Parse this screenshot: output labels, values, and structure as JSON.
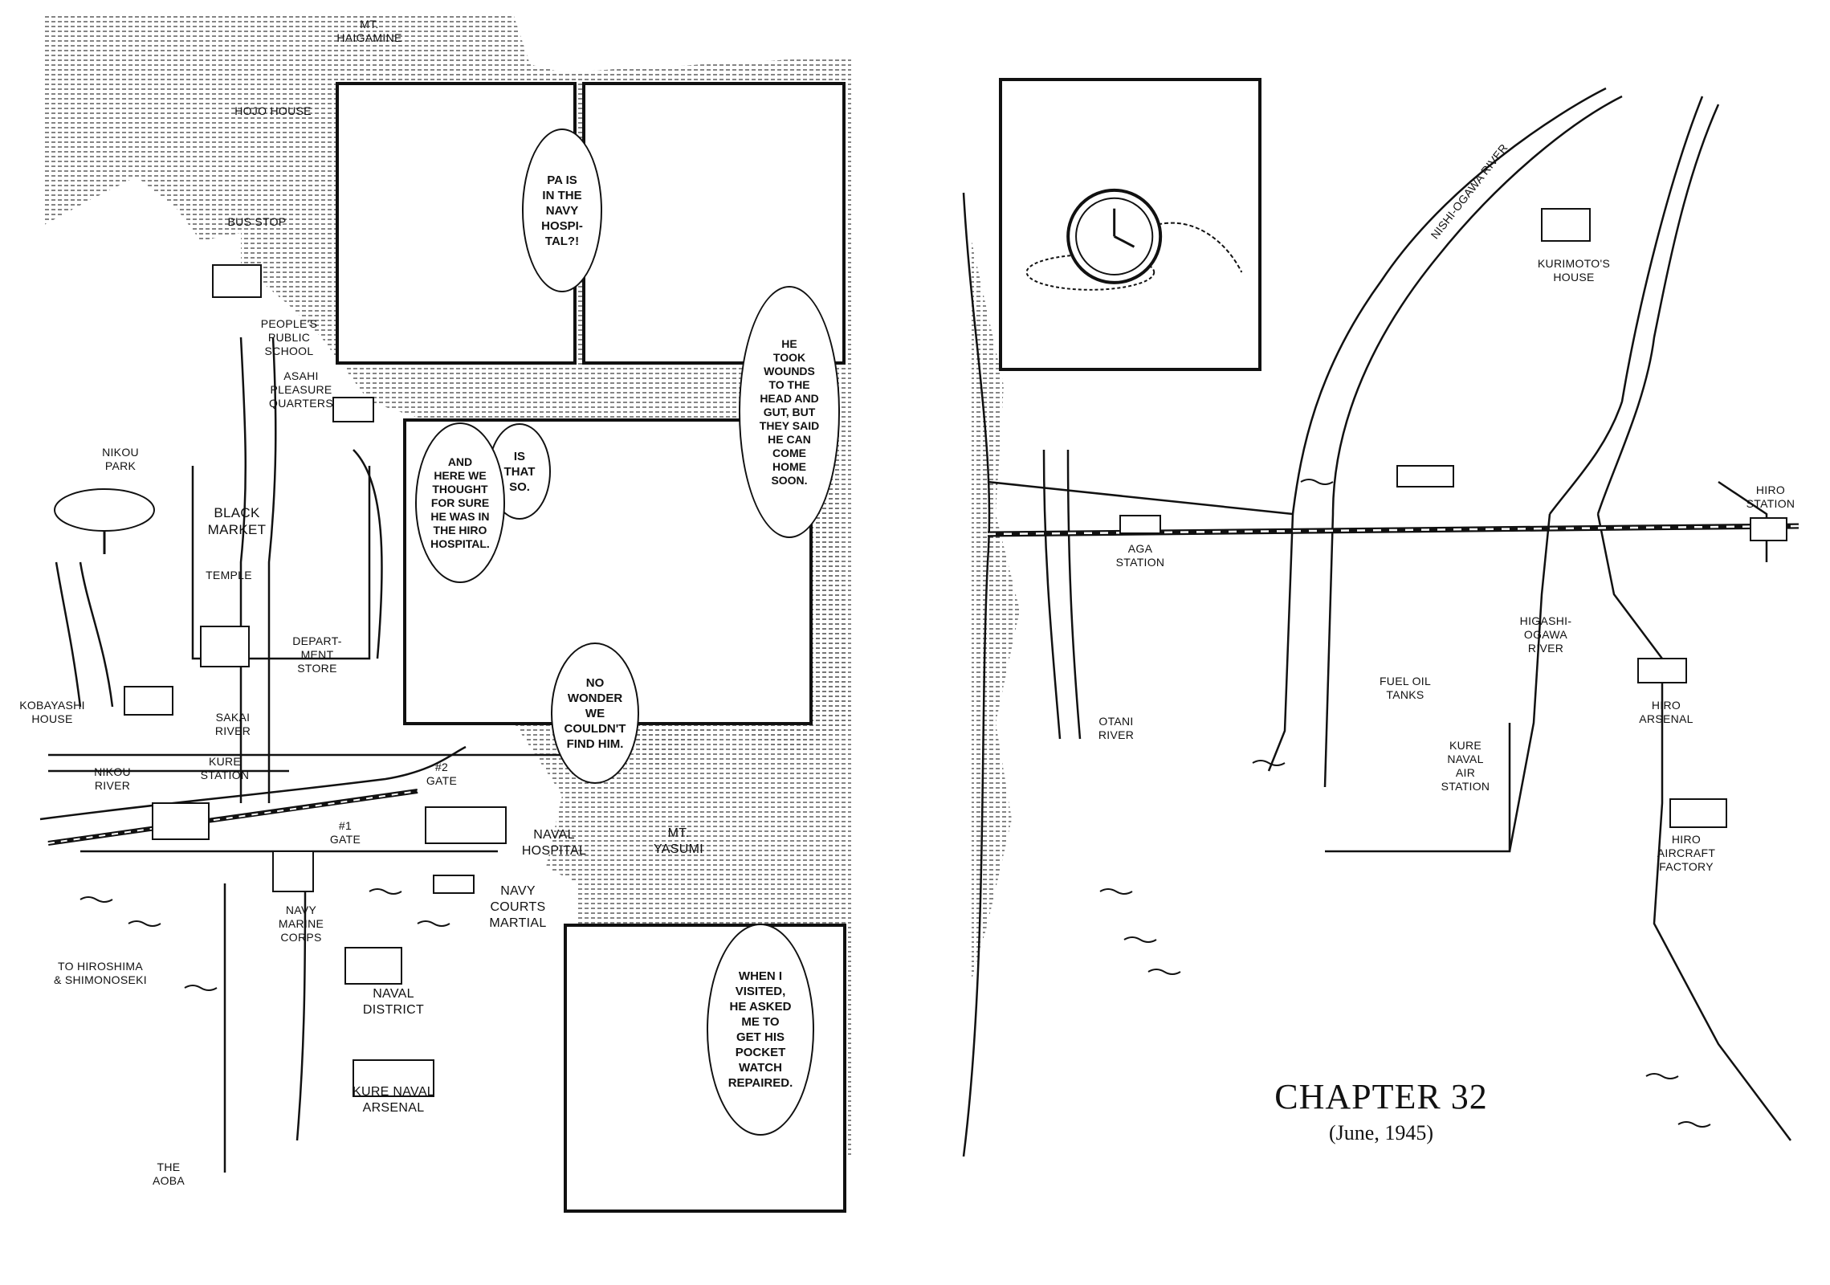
{
  "map_labels": {
    "mt_haigamine": "MT.\nHAIGAMINE",
    "hojo_house": "HOJO HOUSE",
    "bus_stop": "BUS STOP",
    "peoples_public_school": "PEOPLE'S\nPUBLIC\nSCHOOL",
    "asahi_pleasure_quarters": "ASAHI\nPLEASURE\nQUARTERS",
    "nikou_park": "NIKOU\nPARK",
    "black_market": "BLACK\nMARKET",
    "temple": "TEMPLE",
    "department_store": "DEPART-\nMENT\nSTORE",
    "kobayashi_house": "KOBAYASHI\nHOUSE",
    "sakai_river": "SAKAI\nRIVER",
    "nikou_river": "NIKOU\nRIVER",
    "kure_station": "KURE\nSTATION",
    "gate_2": "#2\nGATE",
    "gate_1": "#1\nGATE",
    "naval_hospital": "NAVAL\nHOSPITAL",
    "mt_yasumi": "MT.\nYASUMI",
    "navy_courts_martial": "NAVY\nCOURTS\nMARTIAL",
    "navy_marine_corps": "NAVY\nMARINE\nCORPS",
    "to_hiroshima": "TO HIROSHIMA\n& SHIMONOSEKI",
    "naval_district": "NAVAL\nDISTRICT",
    "kure_naval_arsenal": "KURE NAVAL\nARSENAL",
    "the_aoba": "THE\nAOBA",
    "nishi_ogawa_river": "NISHI-OGAWA RIVER",
    "kurimotos_house": "KURIMOTO'S\nHOUSE",
    "hiro_station": "HIRO\nSTATION",
    "aga_station": "AGA\nSTATION",
    "fuel_oil_tanks": "FUEL OIL\nTANKS",
    "higashi_ogawa_river": "HIGASHI-\nOGAWA\nRIVER",
    "hiro_arsenal": "HIRO\nARSENAL",
    "otani_river": "OTANI\nRIVER",
    "kure_naval_air_station": "KURE\nNAVAL\nAIR\nSTATION",
    "hiro_aircraft_factory": "HIRO\nAIRCRAFT\nFACTORY"
  },
  "bubbles": {
    "pa_navy": "PA IS\nIN THE\nNAVY\nHOSPI-\nTAL?!",
    "took_wounds": "HE\nTOOK\nWOUNDS\nTO THE\nHEAD AND\nGUT, BUT\nTHEY SAID\nHE CAN\nCOME\nHOME\nSOON.",
    "is_that_so": "IS\nTHAT\nSO.",
    "here_we_thought": "AND\nHERE WE\nTHOUGHT\nFOR SURE\nHE WAS IN\nTHE HIRO\nHOSPITAL.",
    "no_wonder": "NO\nWONDER\nWE\nCOULDN'T\nFIND HIM.",
    "when_visited": "WHEN I\nVISITED,\nHE ASKED\nME TO\nGET HIS\nPOCKET\nWATCH\nREPAIRED."
  },
  "chapter": {
    "title": "CHAPTER 32",
    "subtitle": "(June, 1945)"
  }
}
